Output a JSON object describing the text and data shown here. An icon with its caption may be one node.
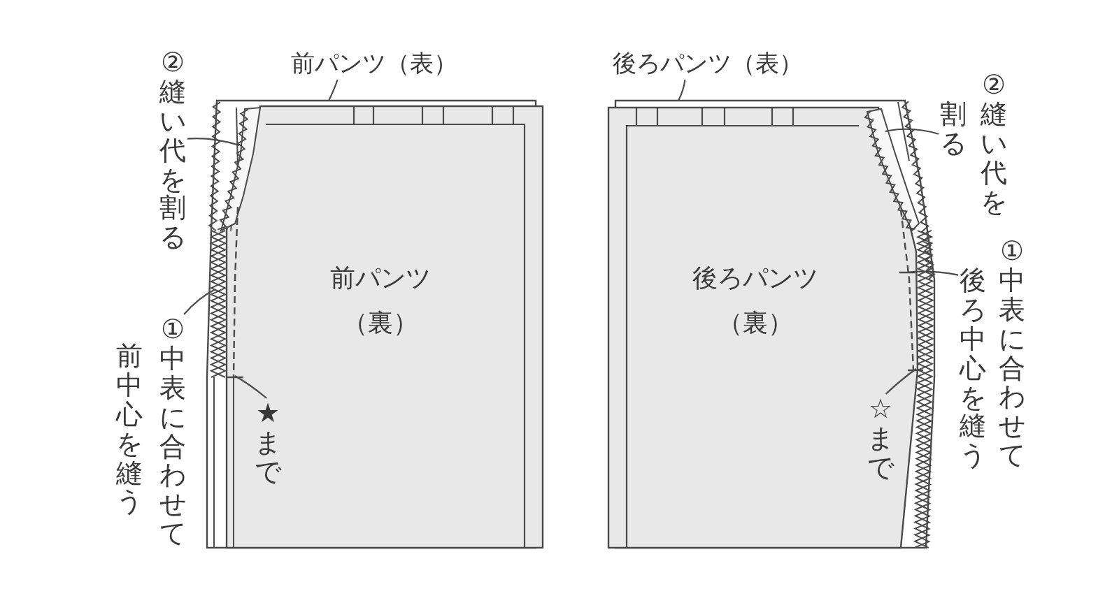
{
  "diagram": {
    "nodes": [
      {
        "text": [
          "②縫い代を割る"
        ]
      },
      {
        "text": [
          "前パンツ（表）"
        ]
      },
      {
        "text": [
          "前パンツ（裏）"
        ]
      },
      {
        "text": [
          "①中表に合わせて前中心を縫う"
        ]
      },
      {
        "text": [
          "★まで"
        ],
        "in": 2
      },
      {
        "text": [
          "後ろパンツ（表）"
        ]
      },
      {
        "text": [
          "後ろパンツ（裏）"
        ]
      },
      {
        "text": [
          "②縫い代を割る"
        ]
      },
      {
        "text": [
          "①中表に合わせて後ろ中心を縫う"
        ]
      },
      {
        "text": [
          "☆まで"
        ],
        "in": 6
      }
    ],
    "edges": [
      {
        "from": 1,
        "to": 2,
        "arrow": "none"
      },
      {
        "from": 0,
        "to": 2,
        "arrow": "none"
      },
      {
        "from": 3,
        "to": 2,
        "arrow": "none"
      },
      {
        "from": 4,
        "to": 2,
        "arrow": "none"
      },
      {
        "from": 5,
        "to": 6,
        "arrow": "none"
      },
      {
        "from": 7,
        "to": 6,
        "arrow": "none"
      },
      {
        "from": 8,
        "to": 6,
        "arrow": "none"
      },
      {
        "from": 9,
        "to": 6,
        "arrow": "none"
      }
    ]
  }
}
